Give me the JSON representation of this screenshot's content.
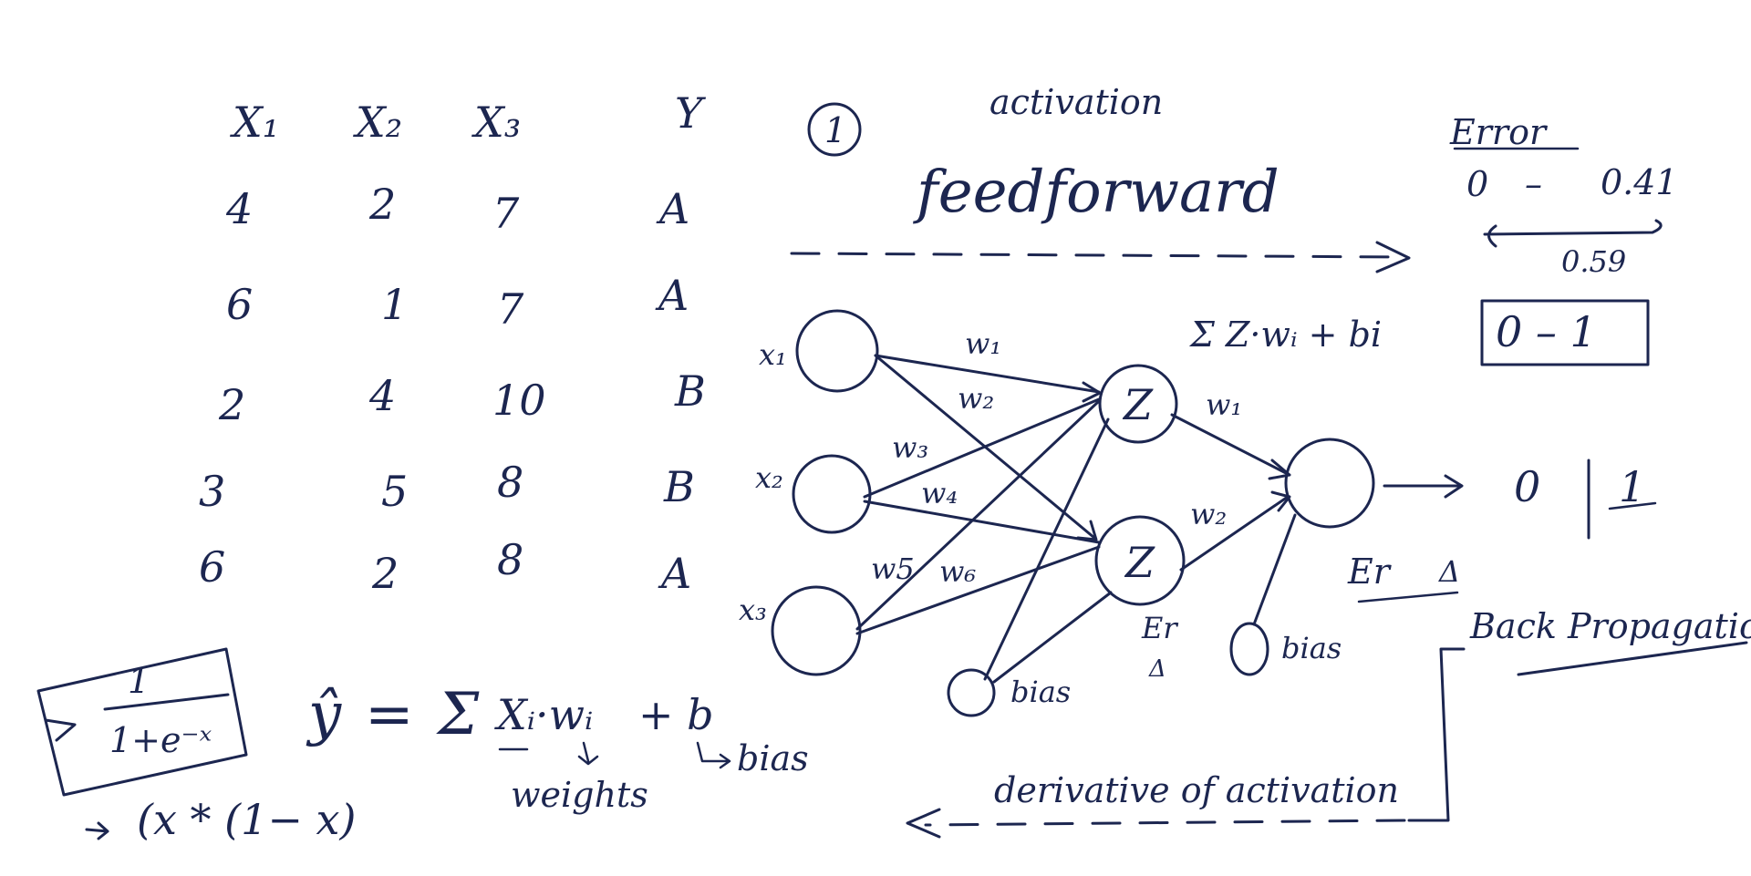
{
  "table": {
    "headers": [
      "X₁",
      "X₂",
      "X₃",
      "Y"
    ],
    "rows": [
      [
        "4",
        "2",
        "7",
        "A"
      ],
      [
        "6",
        "1",
        "7",
        "A"
      ],
      [
        "2",
        "4",
        "10",
        "B"
      ],
      [
        "3",
        "5",
        "8",
        "B"
      ],
      [
        "6",
        "2",
        "8",
        "A"
      ]
    ]
  },
  "step_marker": "1",
  "activation_label": "activation",
  "feedforward_label": "feedforward",
  "error": {
    "title": "Error",
    "range_low": "0",
    "range_dash": "–",
    "range_high": "0.41",
    "diff": "0.59",
    "boxed_range": "0 – 1"
  },
  "network": {
    "inputs": [
      "x₁",
      "x₂",
      "x₃"
    ],
    "weights_in": [
      "w₁",
      "w₂",
      "w₃",
      "w₄",
      "w5",
      "w₆"
    ],
    "hidden": [
      "Z",
      "Z"
    ],
    "hidden_error": "Er",
    "hidden_delta": "Δ",
    "weights_out": [
      "w₁",
      "w₂"
    ],
    "bias_label": "bias",
    "sum_formula": "Σ Z·wᵢ + bi",
    "output_values": [
      "0",
      "1"
    ],
    "output_error": "Er",
    "output_delta": "Δ"
  },
  "backprop": {
    "label": "Back Propagation",
    "derivative_label": "derivative of activation"
  },
  "sigmoid": {
    "numerator": "1",
    "denominator": "1+e⁻ˣ",
    "derivative": "(x * (1− x)"
  },
  "equation": {
    "yhat": "ŷ",
    "equals": "=",
    "sigma": "Σ",
    "term": "Xᵢ·wᵢ",
    "plus_b": "+ b",
    "bias_note": "bias",
    "weights_note": "weights"
  }
}
